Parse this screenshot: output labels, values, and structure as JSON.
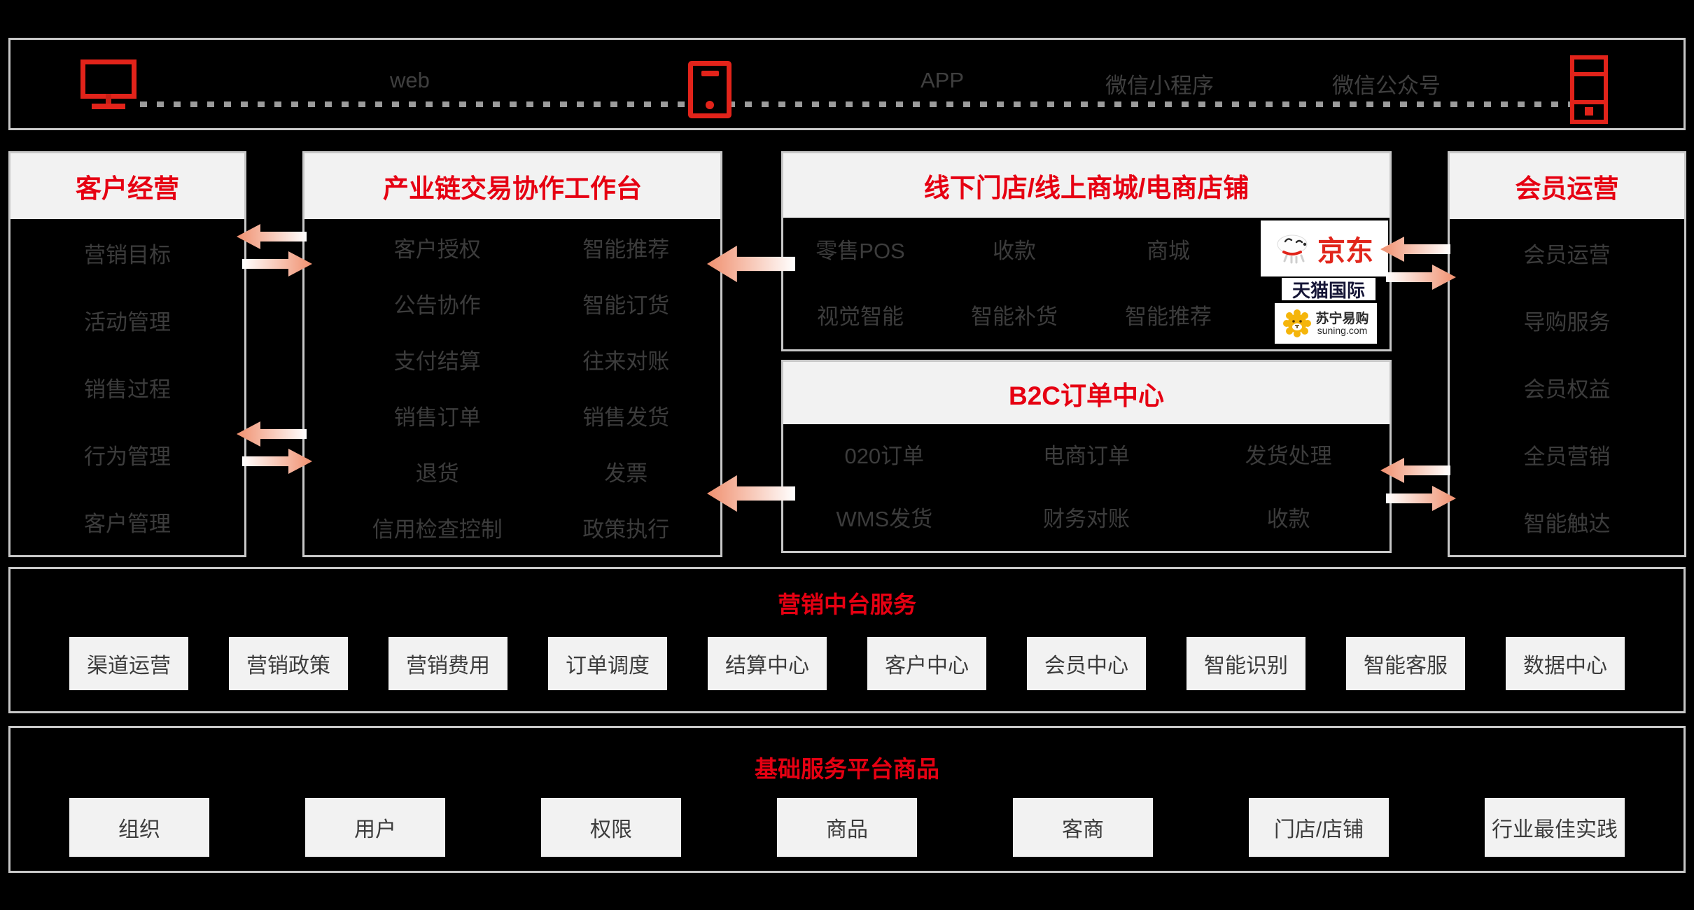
{
  "top_bar": {
    "web": "web",
    "app": "APP",
    "wechat_mini": "微信小程序",
    "wechat_official": "微信公众号"
  },
  "customer": {
    "title": "客户经营",
    "items": [
      "营销目标",
      "活动管理",
      "销售过程",
      "行为管理",
      "客户管理"
    ]
  },
  "workbench": {
    "title": "产业链交易协作工作台",
    "left": [
      "客户授权",
      "公告协作",
      "支付结算",
      "销售订单",
      "退货",
      "信用检查控制"
    ],
    "right": [
      "智能推荐",
      "智能订货",
      "往来对账",
      "销售发货",
      "发票",
      "政策执行"
    ]
  },
  "store": {
    "title": "线下门店/线上商城/电商店铺",
    "row1": [
      "零售POS",
      "收款",
      "商城"
    ],
    "row2": [
      "视觉智能",
      "智能补货",
      "智能推荐"
    ],
    "logos": {
      "jd": "京东",
      "tmall": "天猫国际",
      "suning": "苏宁易购",
      "suning_domain": "suning.com"
    }
  },
  "b2c": {
    "title": "B2C订单中心",
    "row1": [
      "020订单",
      "电商订单",
      "发货处理"
    ],
    "row2": [
      "WMS发货",
      "财务对账",
      "收款"
    ]
  },
  "member": {
    "title": "会员运营",
    "items": [
      "会员运营",
      "导购服务",
      "会员权益",
      "全员营销",
      "智能触达"
    ]
  },
  "marketing": {
    "title": "营销中台服务",
    "boxes": [
      "渠道运营",
      "营销政策",
      "营销费用",
      "订单调度",
      "结算中心",
      "客户中心",
      "会员中心",
      "智能识别",
      "智能客服",
      "数据中心"
    ]
  },
  "base": {
    "title": "基础服务平台商品",
    "boxes": [
      "组织",
      "用户",
      "权限",
      "商品",
      "客商",
      "门店/店铺",
      "行业最佳实践"
    ]
  },
  "colors": {
    "accent_red": "#e60012",
    "icon_red": "#e2231a",
    "arrow_tip": "#f0906f",
    "panel_border": "#c8c8c8",
    "header_bg": "#f2f2f2",
    "item_text": "#3c3c3c",
    "jd_red": "#e1251b",
    "tmall_navy": "#151536",
    "suning_yellow": "#f5b50a"
  }
}
